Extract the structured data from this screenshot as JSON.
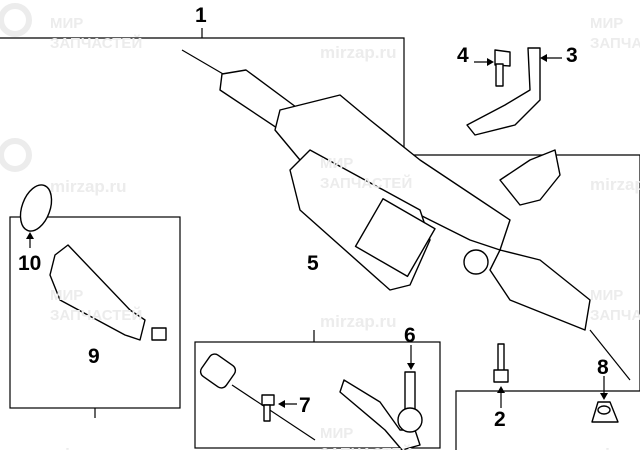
{
  "watermark": {
    "brand_line1": "МИР",
    "brand_line2": "ЗАПЧАСТЕЙ",
    "site": "mirzap.ru"
  },
  "callouts": {
    "steering_gear": "1",
    "bolt_lower": "2",
    "bracket": "3",
    "bolt_bracket": "4",
    "tie_rod_kit": "5",
    "tie_rod_end": "6",
    "bolt_small": "7",
    "nut": "8",
    "boot_kit": "9",
    "clamp": "10"
  }
}
